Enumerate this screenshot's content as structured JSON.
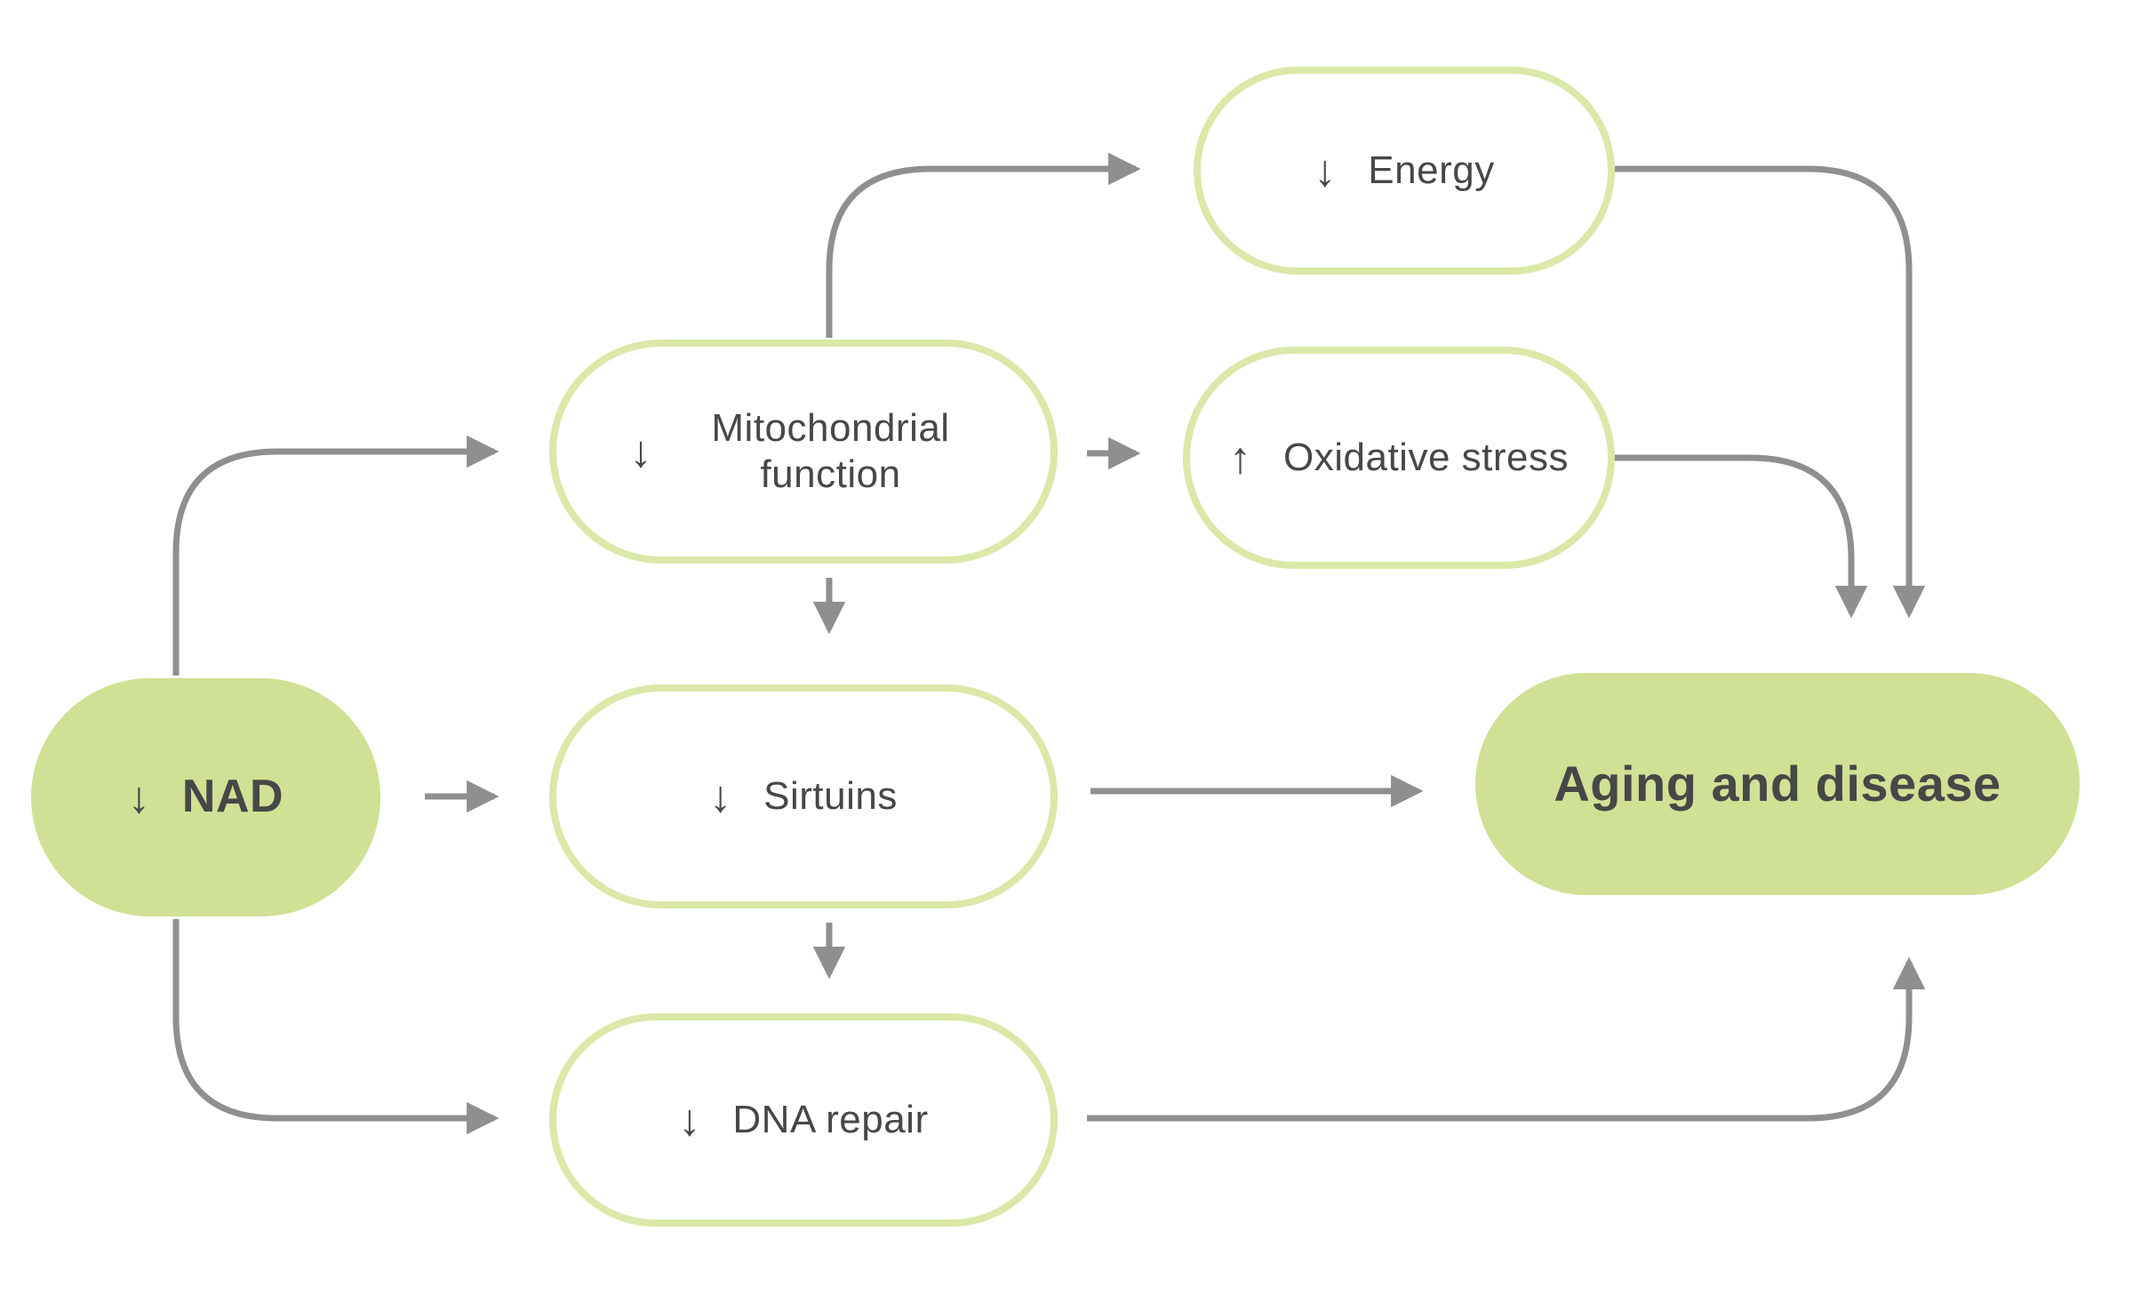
{
  "diagram": {
    "background_color": "#ffffff",
    "colors": {
      "node_fill_green": "#d0e095",
      "node_border_green": "#dae8a8",
      "node_text": "#474747",
      "arrow": "#8f8f8f"
    },
    "nodes": [
      {
        "id": "nad",
        "glyph": "↓",
        "label": "NAD",
        "variant": "filled"
      },
      {
        "id": "mitochondrial-function",
        "glyph": "↓",
        "label": "Mitochondrial function",
        "variant": "outline"
      },
      {
        "id": "energy",
        "glyph": "↓",
        "label": "Energy",
        "variant": "outline"
      },
      {
        "id": "oxidative-stress",
        "glyph": "↑",
        "label": "Oxidative stress",
        "variant": "outline"
      },
      {
        "id": "sirtuins",
        "glyph": "↓",
        "label": "Sirtuins",
        "variant": "outline"
      },
      {
        "id": "dna-repair",
        "glyph": "↓",
        "label": "DNA repair",
        "variant": "outline"
      },
      {
        "id": "aging-and-disease",
        "glyph": "",
        "label": "Aging and disease",
        "variant": "filled"
      }
    ],
    "edges": [
      {
        "from": "nad",
        "to": "mitochondrial-function"
      },
      {
        "from": "nad",
        "to": "sirtuins"
      },
      {
        "from": "nad",
        "to": "dna-repair"
      },
      {
        "from": "mitochondrial-function",
        "to": "energy"
      },
      {
        "from": "mitochondrial-function",
        "to": "oxidative-stress"
      },
      {
        "from": "mitochondrial-function",
        "to": "sirtuins"
      },
      {
        "from": "sirtuins",
        "to": "dna-repair"
      },
      {
        "from": "sirtuins",
        "to": "aging-and-disease"
      },
      {
        "from": "energy",
        "to": "aging-and-disease"
      },
      {
        "from": "oxidative-stress",
        "to": "aging-and-disease"
      },
      {
        "from": "dna-repair",
        "to": "aging-and-disease"
      }
    ]
  }
}
